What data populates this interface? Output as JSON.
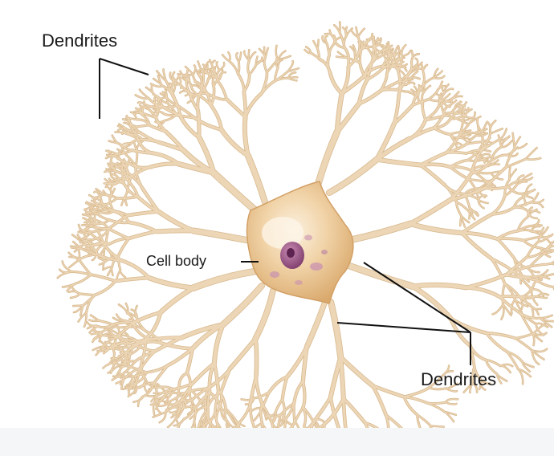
{
  "labels": {
    "dendrites_top": "Dendrites",
    "cell_body": "Cell body",
    "dendrites_bottom": "Dendrites"
  },
  "colors": {
    "dendrite": "#ead3b2",
    "dendrite_edge": "#d9bb93",
    "soma_outer": "#e9c28f",
    "soma_inner": "#f6e6cc",
    "nucleus": "#a0618c",
    "nucleolus": "#6a2b5a",
    "organelle": "#c38fae",
    "leader_line": "#111111",
    "background": "#ffffff",
    "footer_band": "#f5f6f8"
  }
}
